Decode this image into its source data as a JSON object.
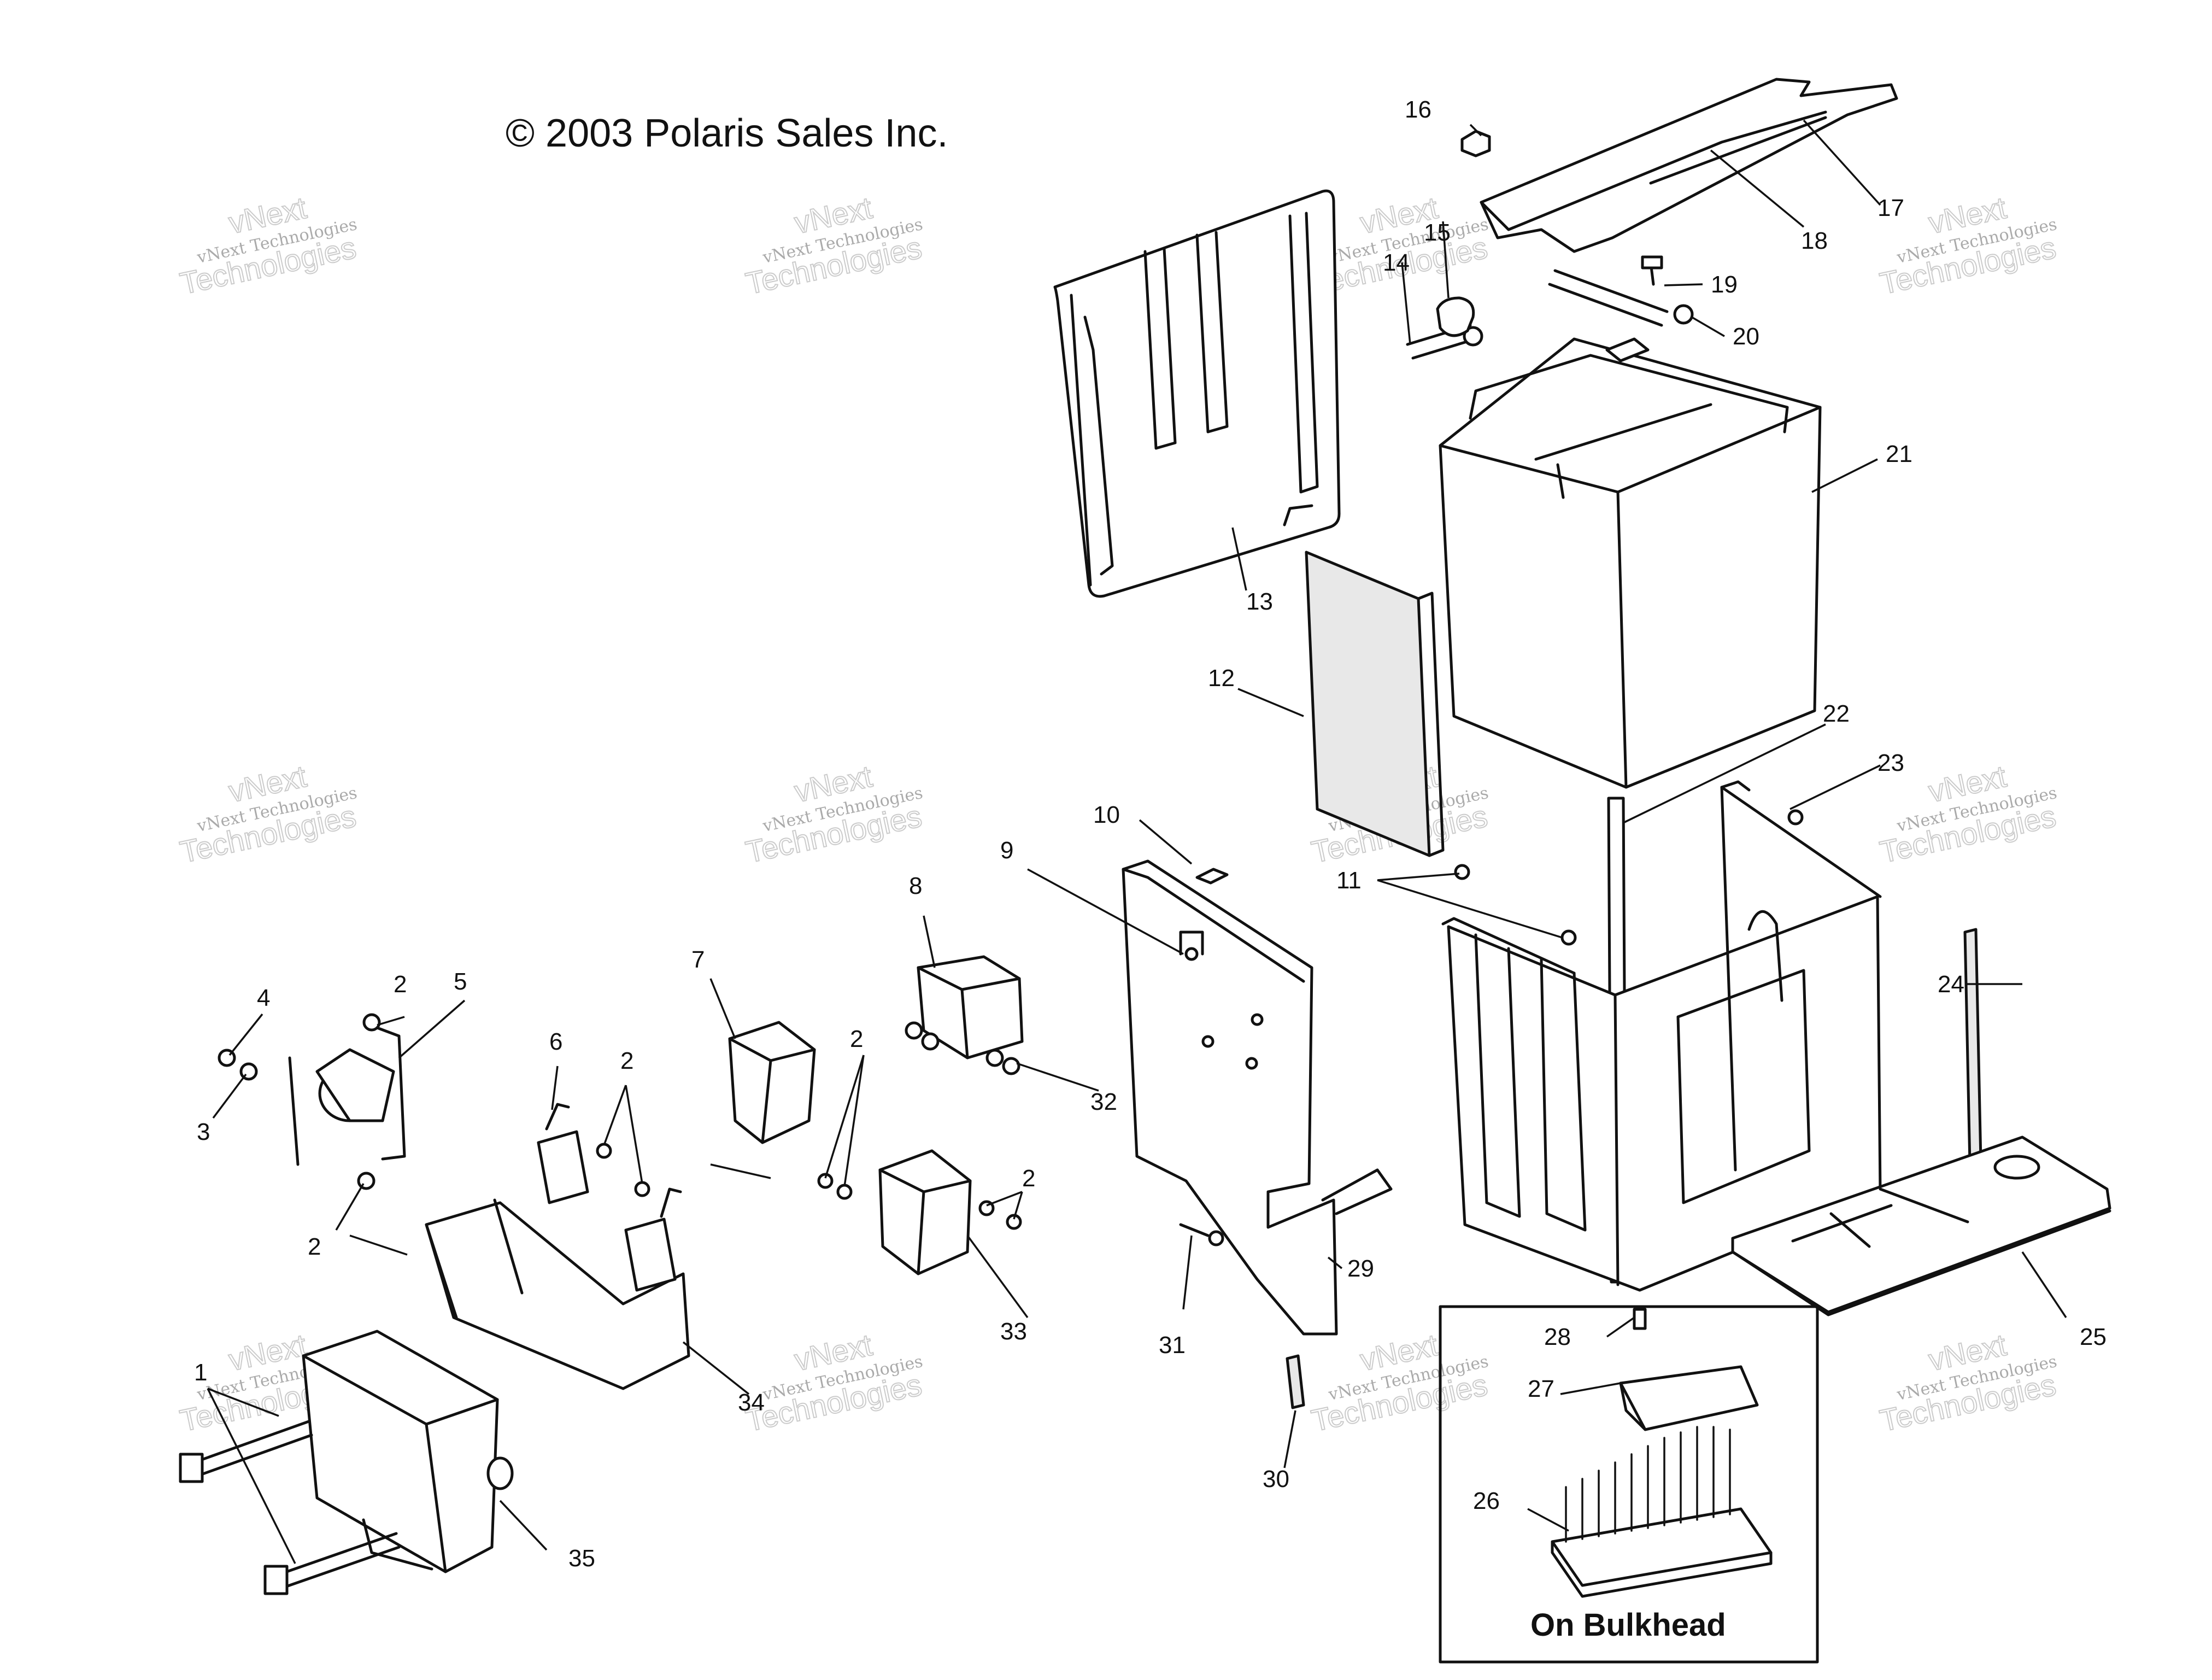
{
  "copyright": "© 2003 Polaris Sales Inc.",
  "inset_label": "On Bulkhead",
  "watermark": {
    "brand_line": "vNext Technologies",
    "outline_top": "vNext",
    "outline_bottom": "Technologies"
  },
  "callouts": [
    "1",
    "2",
    "2",
    "2",
    "2",
    "2",
    "3",
    "4",
    "5",
    "6",
    "7",
    "8",
    "9",
    "10",
    "11",
    "12",
    "13",
    "14",
    "15",
    "16",
    "17",
    "18",
    "19",
    "20",
    "21",
    "22",
    "23",
    "24",
    "25",
    "26",
    "27",
    "28",
    "29",
    "30",
    "31",
    "32",
    "33",
    "34",
    "35"
  ]
}
